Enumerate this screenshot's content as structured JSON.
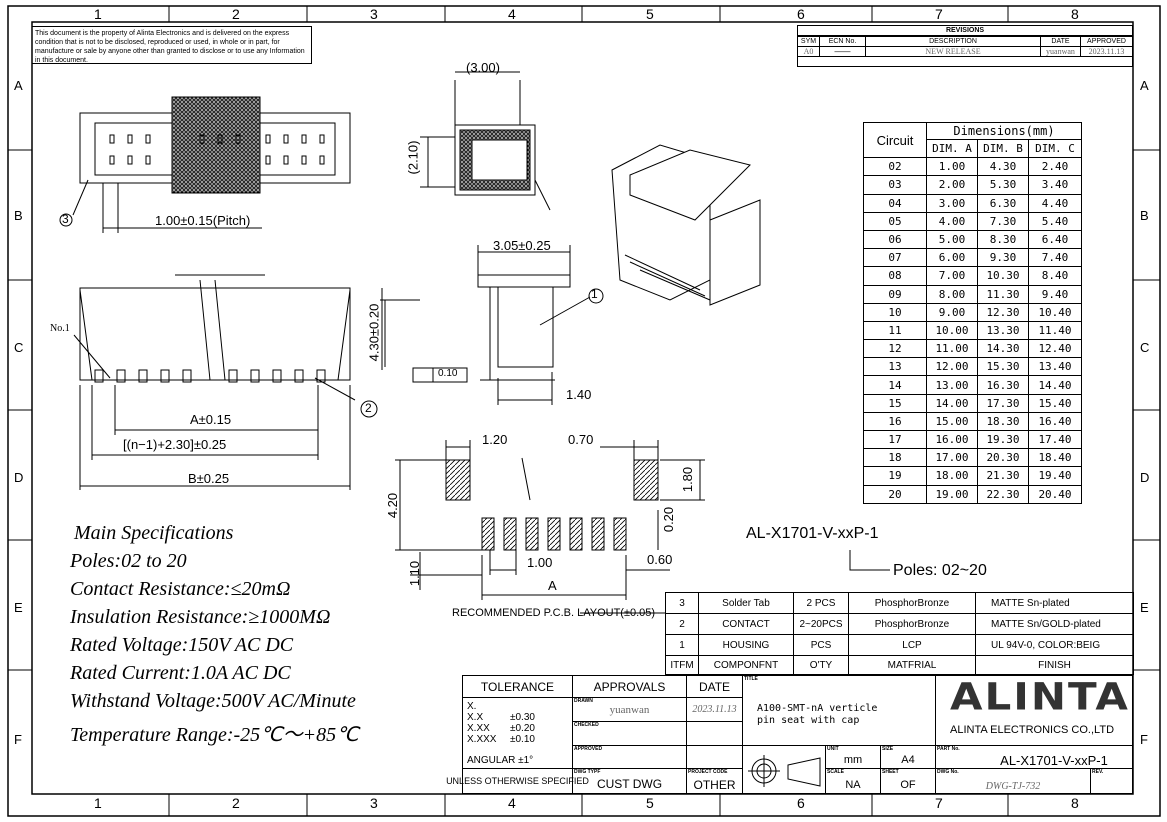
{
  "frame": {
    "columns": [
      "1",
      "2",
      "3",
      "4",
      "5",
      "6",
      "7",
      "8"
    ],
    "rows": [
      "A",
      "B",
      "C",
      "D",
      "E",
      "F"
    ]
  },
  "notice": "This document is the property of Alinta Electronics and is delivered on the express condition that is not to be disclosed, reproduced or used, in whole or in part, for manufacture or sale by anyone other than granted to disclose or to use any Information in this document.",
  "revisions": {
    "title": "REVISIONS",
    "headers": [
      "SYM",
      "ECN No.",
      "DESCRIPTION",
      "DATE",
      "APPROVED"
    ],
    "rows": [
      [
        "A0",
        "——",
        "NEW RELEASE",
        "yuanwan",
        "2023.11.13"
      ]
    ]
  },
  "drawing_labels": {
    "pitch": "1.00±0.15(Pitch)",
    "top_depth": "(3.00)",
    "side_height": "(2.10)",
    "width_305": "3.05±0.25",
    "height_430": "4.30±0.20",
    "flatness": "0.10",
    "dim_140": "1.40",
    "no1": "No.1",
    "a_dim": "A±0.15",
    "n_dim": "[(n−1)+2.30]±0.25",
    "b_dim": "B±0.25",
    "callout_1": "1",
    "callout_2": "2",
    "callout_3": "3",
    "pcb_120": "1.20",
    "pcb_070": "0.70",
    "pcb_180": "1.80",
    "pcb_420": "4.20",
    "pcb_020": "0.20",
    "pcb_110": "1.10",
    "pcb_100": "1.00",
    "pcb_060": "0.60",
    "pcb_a": "A",
    "pcb_title": "RECOMMENDED P.C.B. LAYOUT(±0.05)"
  },
  "specs": {
    "title": "Main Specifications",
    "lines": [
      "Poles:02 to 20",
      "Contact Resistance:≤20mΩ",
      "Insulation Resistance:≥1000MΩ",
      "Rated Voltage:150V AC DC",
      "Rated Current:1.0A AC DC",
      "Withstand Voltage:500V AC/Minute",
      "Temperature Range:-25℃～+85℃"
    ]
  },
  "dimensions": {
    "circuit_header": "Circuit",
    "group_header": "Dimensions(mm)",
    "col_headers": [
      "DIM. A",
      "DIM. B",
      "DIM. C"
    ],
    "rows": [
      [
        "02",
        "1.00",
        "4.30",
        "2.40"
      ],
      [
        "03",
        "2.00",
        "5.30",
        "3.40"
      ],
      [
        "04",
        "3.00",
        "6.30",
        "4.40"
      ],
      [
        "05",
        "4.00",
        "7.30",
        "5.40"
      ],
      [
        "06",
        "5.00",
        "8.30",
        "6.40"
      ],
      [
        "07",
        "6.00",
        "9.30",
        "7.40"
      ],
      [
        "08",
        "7.00",
        "10.30",
        "8.40"
      ],
      [
        "09",
        "8.00",
        "11.30",
        "9.40"
      ],
      [
        "10",
        "9.00",
        "12.30",
        "10.40"
      ],
      [
        "11",
        "10.00",
        "13.30",
        "11.40"
      ],
      [
        "12",
        "11.00",
        "14.30",
        "12.40"
      ],
      [
        "13",
        "12.00",
        "15.30",
        "13.40"
      ],
      [
        "14",
        "13.00",
        "16.30",
        "14.40"
      ],
      [
        "15",
        "14.00",
        "17.30",
        "15.40"
      ],
      [
        "16",
        "15.00",
        "18.30",
        "16.40"
      ],
      [
        "17",
        "16.00",
        "19.30",
        "17.40"
      ],
      [
        "18",
        "17.00",
        "20.30",
        "18.40"
      ],
      [
        "19",
        "18.00",
        "21.30",
        "19.40"
      ],
      [
        "20",
        "19.00",
        "22.30",
        "20.40"
      ]
    ]
  },
  "part_code": {
    "code": "AL-X1701-V-xxP-1",
    "poles": "Poles: 02~20"
  },
  "materials": {
    "rows": [
      [
        "3",
        "Solder Tab",
        "2 PCS",
        "PhosphorBronze",
        "MATTE Sn-plated"
      ],
      [
        "2",
        "CONTACT",
        "2~20PCS",
        "PhosphorBronze",
        "MATTE Sn/GOLD-plated"
      ],
      [
        "1",
        "HOUSING",
        "PCS",
        "LCP",
        "UL 94V-0, COLOR:BEIG"
      ],
      [
        "ITFM",
        "COMPONFNT",
        "O'TY",
        "MATFRIAL",
        "FINISH"
      ]
    ]
  },
  "title_block": {
    "tolerance": "TOLERANCE",
    "tol_lines": [
      [
        "X.",
        ""
      ],
      [
        "X.X",
        "±0.30"
      ],
      [
        "X.XX",
        "±0.20"
      ],
      [
        "X.XXX",
        "±0.10"
      ]
    ],
    "angular": "ANGULAR  ±1°",
    "unless": "UNLESS OTHERWISE SPECIFIED",
    "approvals": "APPROVALS",
    "date": "DATE",
    "drawn_label": "DRAWN",
    "drawn": "yuanwan",
    "drawn_date": "2023.11.13",
    "checked_label": "CHECKED",
    "approved_label": "APPROVED",
    "dwg_type_label": "DWG TYPF",
    "dwg_type": "CUST DWG",
    "project_code_label": "PROJECT CODE",
    "project_code": "OTHER",
    "title_label": "TITLE",
    "title": "A100-SMT-nA verticle\npin seat with cap",
    "unit_label": "UNIT",
    "unit": "mm",
    "size_label": "SIZE",
    "size": "A4",
    "scale_label": "SCALE",
    "scale": "NA",
    "sheet_label": "SHEET",
    "sheet": "OF",
    "logo": "ALINTA",
    "company": "ALINTA ELECTRONICS CO.,LTD",
    "part_no_label": "PART No.",
    "part_no": "AL-X1701-V-xxP-1",
    "dwg_no_label": "DWG No.",
    "dwg_no": "DWG-TJ-732",
    "rev_label": "REV."
  }
}
